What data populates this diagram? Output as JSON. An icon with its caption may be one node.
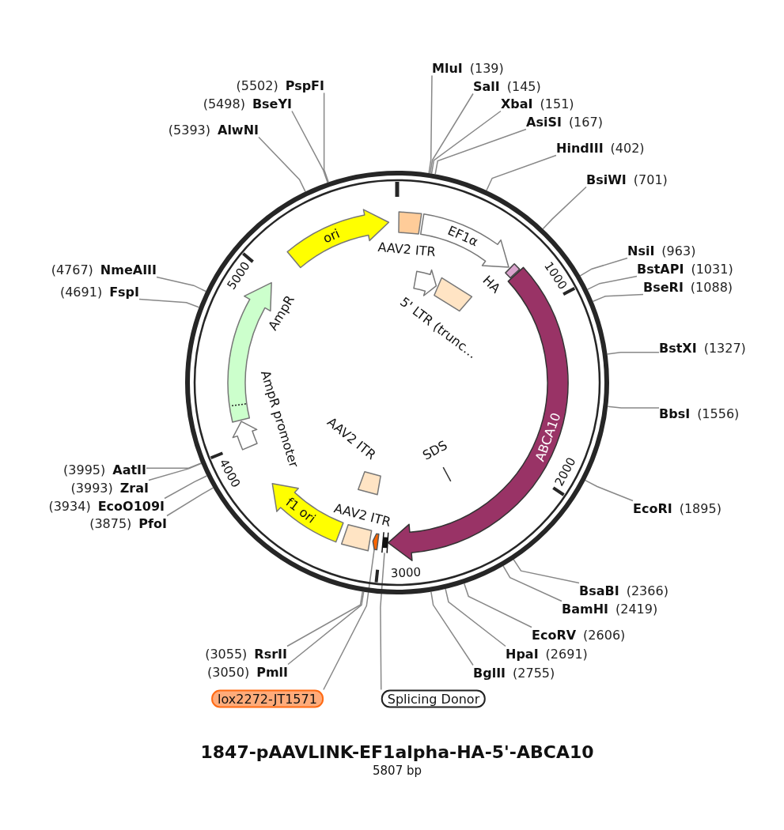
{
  "diagram": {
    "title": "1847-pAAVLINK-EF1alpha-HA-5'-ABCA10",
    "caption": "5807 bp",
    "nodes": [
      {
        "text": [],
        "shape": "circle"
      },
      {
        "text": [
          "AAV2 ITR"
        ],
        "in": 0
      },
      {
        "text": [
          "EF1α"
        ],
        "in": 0
      },
      {
        "text": [
          "HA"
        ],
        "in": 0
      },
      {
        "text": [],
        "shape": "arrow",
        "in": 0
      },
      {
        "text": [
          "5' LTR (trunc…"
        ],
        "in": 0
      },
      {
        "text": [
          "ABCA10"
        ],
        "in": 0
      },
      {
        "text": [
          "SDS"
        ],
        "in": 0
      },
      {
        "text": [],
        "shape": "box",
        "in": 0
      },
      {
        "text": [],
        "shape": "arrow",
        "in": 0
      },
      {
        "text": [
          "AAV2 ITR"
        ],
        "in": 0
      },
      {
        "text": [
          "AAV2 ITR"
        ],
        "in": 0
      },
      {
        "text": [
          "f1 ori"
        ],
        "in": 0
      },
      {
        "text": [
          "AmpR promoter"
        ],
        "in": 0
      },
      {
        "text": [
          "AmpR"
        ],
        "in": 0
      },
      {
        "text": [
          "ori"
        ],
        "in": 0
      },
      {
        "text": [
          "lox2272-JT1571"
        ]
      },
      {
        "text": [
          "Splicing Donor"
        ]
      },
      {
        "text": [
          "MluI",
          "(139)"
        ]
      },
      {
        "text": [
          "SalI",
          "(145)"
        ]
      },
      {
        "text": [
          "XbaI",
          "(151)"
        ]
      },
      {
        "text": [
          "AsiSI",
          "(167)"
        ]
      },
      {
        "text": [
          "HindIII",
          "(402)"
        ]
      },
      {
        "text": [
          "BsiWI",
          "(701)"
        ]
      },
      {
        "text": [
          "NsiI",
          "(963)"
        ]
      },
      {
        "text": [
          "BstAPI",
          "(1031)"
        ]
      },
      {
        "text": [
          "BseRI",
          "(1088)"
        ]
      },
      {
        "text": [
          "BstXI",
          "(1327)"
        ]
      },
      {
        "text": [
          "BbsI",
          "(1556)"
        ]
      },
      {
        "text": [
          "EcoRI",
          "(1895)"
        ]
      },
      {
        "text": [
          "BsaBI",
          "(2366)"
        ]
      },
      {
        "text": [
          "BamHI",
          "(2419)"
        ]
      },
      {
        "text": [
          "EcoRV",
          "(2606)"
        ]
      },
      {
        "text": [
          "HpaI",
          "(2691)"
        ]
      },
      {
        "text": [
          "BglII",
          "(2755)"
        ]
      },
      {
        "text": [
          "(3050)",
          "PmlI"
        ]
      },
      {
        "text": [
          "(3055)",
          "RsrII"
        ]
      },
      {
        "text": [
          "(3875)",
          "PfoI"
        ]
      },
      {
        "text": [
          "(3934)",
          "EcoO109I"
        ]
      },
      {
        "text": [
          "(3993)",
          "ZraI"
        ]
      },
      {
        "text": [
          "(3995)",
          "AatII"
        ]
      },
      {
        "text": [
          "(4691)",
          "FspI"
        ]
      },
      {
        "text": [
          "(4767)",
          "NmeAIII"
        ]
      },
      {
        "text": [
          "(5393)",
          "AlwNI"
        ]
      },
      {
        "text": [
          "(5498)",
          "BseYI"
        ]
      },
      {
        "text": [
          "(5502)",
          "PspFI"
        ]
      }
    ],
    "edges": [
      {
        "from": 16,
        "to": 9,
        "arrow": "none"
      },
      {
        "from": 17,
        "to": 8,
        "arrow": "none"
      },
      {
        "from": 18,
        "to": 0,
        "arrow": "none"
      },
      {
        "from": 19,
        "to": 0,
        "arrow": "none"
      },
      {
        "from": 20,
        "to": 0,
        "arrow": "none"
      },
      {
        "from": 21,
        "to": 0,
        "arrow": "none"
      },
      {
        "from": 22,
        "to": 0,
        "arrow": "none"
      },
      {
        "from": 23,
        "to": 0,
        "arrow": "none"
      },
      {
        "from": 24,
        "to": 0,
        "arrow": "none"
      },
      {
        "from": 25,
        "to": 0,
        "arrow": "none"
      },
      {
        "from": 26,
        "to": 0,
        "arrow": "none"
      },
      {
        "from": 27,
        "to": 0,
        "arrow": "none"
      },
      {
        "from": 28,
        "to": 0,
        "arrow": "none"
      },
      {
        "from": 29,
        "to": 0,
        "arrow": "none"
      },
      {
        "from": 30,
        "to": 0,
        "arrow": "none"
      },
      {
        "from": 31,
        "to": 0,
        "arrow": "none"
      },
      {
        "from": 32,
        "to": 0,
        "arrow": "none"
      },
      {
        "from": 33,
        "to": 0,
        "arrow": "none"
      },
      {
        "from": 34,
        "to": 0,
        "arrow": "none"
      },
      {
        "from": 35,
        "to": 0,
        "arrow": "none"
      },
      {
        "from": 36,
        "to": 0,
        "arrow": "none"
      },
      {
        "from": 37,
        "to": 0,
        "arrow": "none"
      },
      {
        "from": 38,
        "to": 0,
        "arrow": "none"
      },
      {
        "from": 39,
        "to": 0,
        "arrow": "none"
      },
      {
        "from": 40,
        "to": 0,
        "arrow": "none"
      },
      {
        "from": 41,
        "to": 0,
        "arrow": "none"
      },
      {
        "from": 42,
        "to": 0,
        "arrow": "none"
      },
      {
        "from": 43,
        "to": 0,
        "arrow": "none"
      },
      {
        "from": 44,
        "to": 0,
        "arrow": "none"
      },
      {
        "from": 45,
        "to": 0,
        "arrow": "none"
      }
    ],
    "labels": [
      "1000",
      "2000",
      "3000",
      "4000",
      "5000"
    ]
  }
}
